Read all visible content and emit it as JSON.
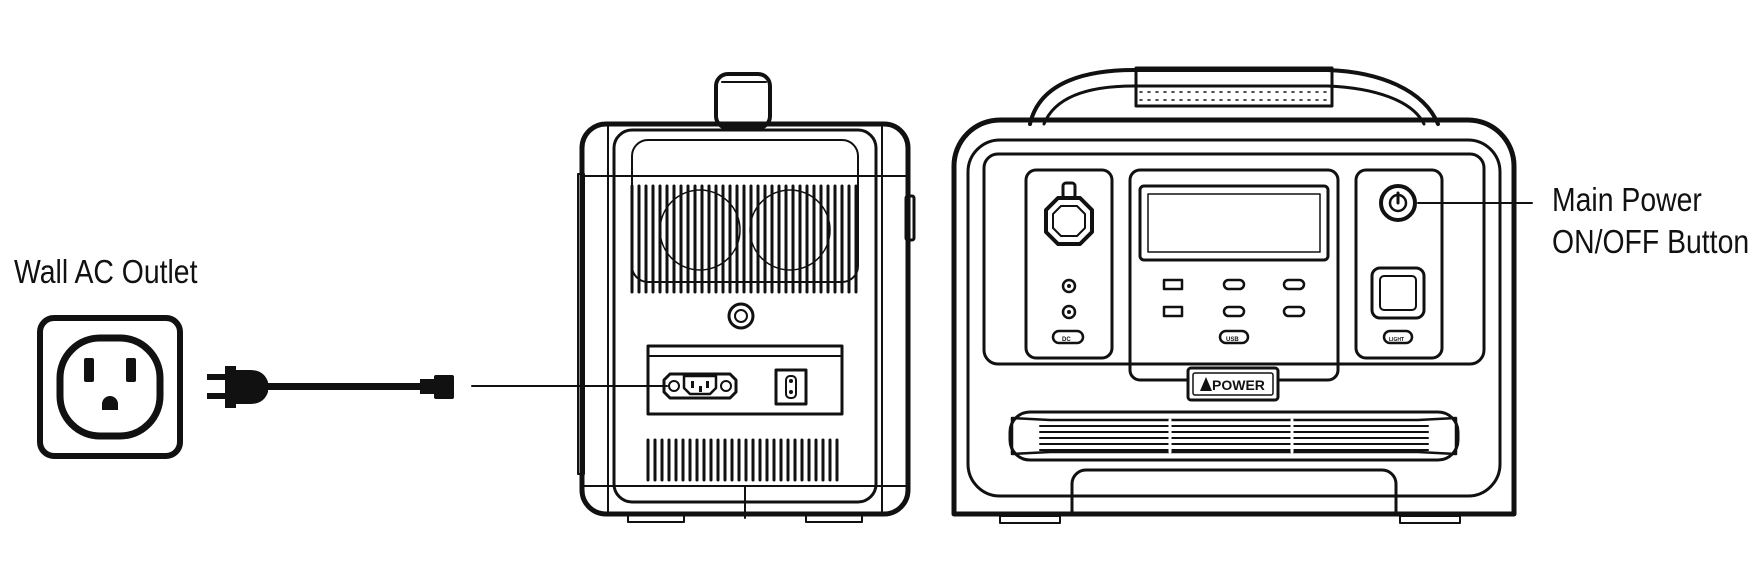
{
  "labels": {
    "wall_outlet": "Wall AC Outlet",
    "main_power_line1": "Main Power",
    "main_power_line2": "ON/OFF Button"
  },
  "device": {
    "brand": "POWER",
    "port_labels": {
      "dc": "DC",
      "usb": "USB",
      "light": "LIGHT"
    }
  },
  "colors": {
    "ink": "#111111",
    "background": "#ffffff"
  }
}
